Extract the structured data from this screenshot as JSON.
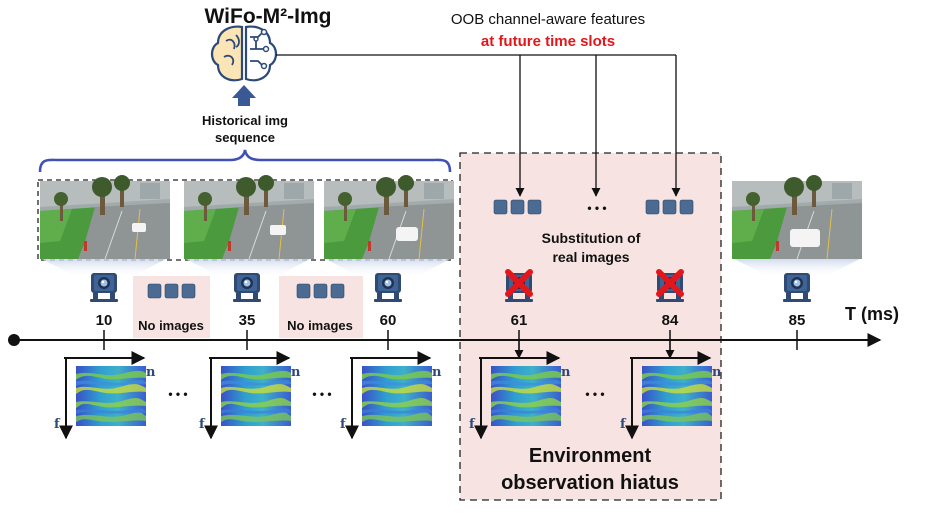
{
  "model": {
    "name": "WiFo-M²-Img",
    "input_label_line1": "Historical img",
    "input_label_line2": "sequence"
  },
  "features": {
    "line1": "OOB channel-aware features",
    "line2": "at future time slots",
    "line2_color": "#e3161b"
  },
  "hiatus": {
    "substitution_line1": "Substitution of",
    "substitution_line2": "real images",
    "caption_line1": "Environment",
    "caption_line2": "observation hiatus",
    "fill_color": "#f7e4e2",
    "border_color": "#c0392b"
  },
  "timeline": {
    "axis_label": "T (ms)",
    "time_slots": [
      "10",
      "35",
      "60",
      "61",
      "84",
      "85"
    ],
    "gap_label": "No images",
    "ellipsis": "• • •",
    "csi_freq_label": "f",
    "csi_time_label": "n"
  },
  "colors": {
    "accent_blue": "#3b5896",
    "feature_block": "#4b6b92",
    "brace": "#3f51b5"
  },
  "icons": {
    "brain": "brain-circuit-icon",
    "camera": "camera-icon",
    "camera_disabled": "camera-disabled-icon",
    "arrow_up": "arrow-up-icon"
  }
}
